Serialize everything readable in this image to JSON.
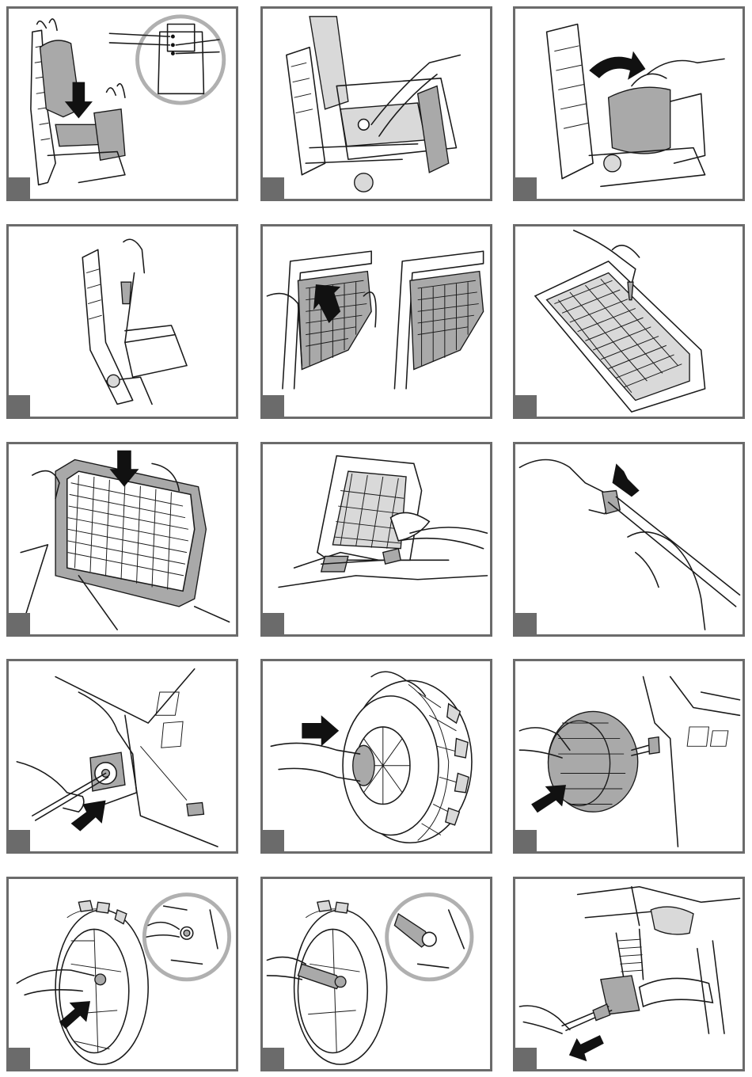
{
  "colors": {
    "panel_border": "#6b6b6b",
    "badge": "#6b6b6b",
    "arrow": "#111111",
    "part_fill": "#a9a9a9"
  },
  "panels": [
    {
      "step_label": "",
      "subject": "seat",
      "action_icon": "arrow-down-icon"
    },
    {
      "step_label": "",
      "subject": "seat-bolt",
      "action_icon": "hand-icon"
    },
    {
      "step_label": "",
      "subject": "seat-removal",
      "action_icon": "curved-arrow-icon"
    },
    {
      "step_label": "",
      "subject": "side-mesh-screw",
      "action_icon": "screwdriver-icon"
    },
    {
      "step_label": "",
      "subject": "side-mesh",
      "action_icon": "arrow-diagonal-icon"
    },
    {
      "step_label": "",
      "subject": "roof-mesh-screw",
      "action_icon": "screwdriver-icon"
    },
    {
      "step_label": "",
      "subject": "roof-mesh",
      "action_icon": "arrow-down-icon"
    },
    {
      "step_label": "",
      "subject": "frame-screw",
      "action_icon": "screwdriver-icon"
    },
    {
      "step_label": "",
      "subject": "axle-cap",
      "action_icon": "arrow-diagonal-icon"
    },
    {
      "step_label": "",
      "subject": "rear-axle",
      "action_icon": "arrow-diagonal-icon"
    },
    {
      "step_label": "",
      "subject": "wheel-hub",
      "action_icon": "arrow-right-icon"
    },
    {
      "step_label": "",
      "subject": "wheel-mount",
      "action_icon": "arrow-diagonal-icon"
    },
    {
      "step_label": "",
      "subject": "wheel-nut",
      "action_icon": "arrow-diagonal-icon"
    },
    {
      "step_label": "",
      "subject": "wheel-wrench",
      "action_icon": "wrench-icon"
    },
    {
      "step_label": "",
      "subject": "front-axle",
      "action_icon": "arrow-left-icon"
    }
  ]
}
